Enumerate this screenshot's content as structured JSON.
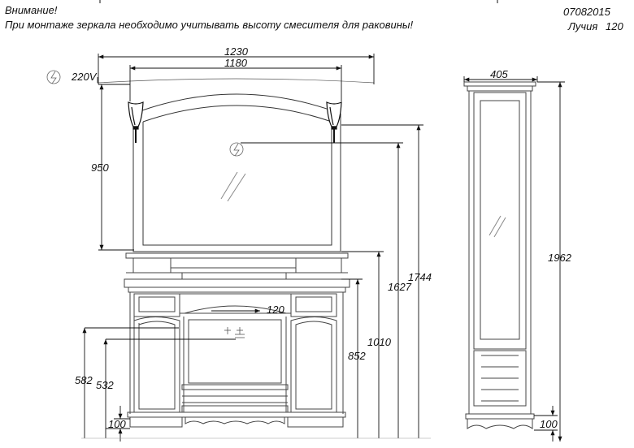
{
  "header": {
    "warning_title": "Внимание!",
    "warning_text": "При монтаже зеркала необходимо учитывать высоту смесителя для раковины!",
    "code": "07082015",
    "model_name": "Лучия",
    "model_size": "120"
  },
  "labels": {
    "power": "220V"
  },
  "dimensions": {
    "total_width": "1230",
    "mirror_width": "1180",
    "cabinet_width": "405",
    "mirror_height": "950",
    "mixer_offset": "120",
    "height_1962": "1962",
    "height_1744": "1744",
    "height_1627": "1627",
    "height_1010": "1010",
    "height_852": "852",
    "height_582": "582",
    "height_532": "532",
    "leg_left": "100",
    "leg_right": "100"
  },
  "icons": {
    "socket_left": "power-socket-icon",
    "socket_mirror": "power-socket-icon"
  }
}
